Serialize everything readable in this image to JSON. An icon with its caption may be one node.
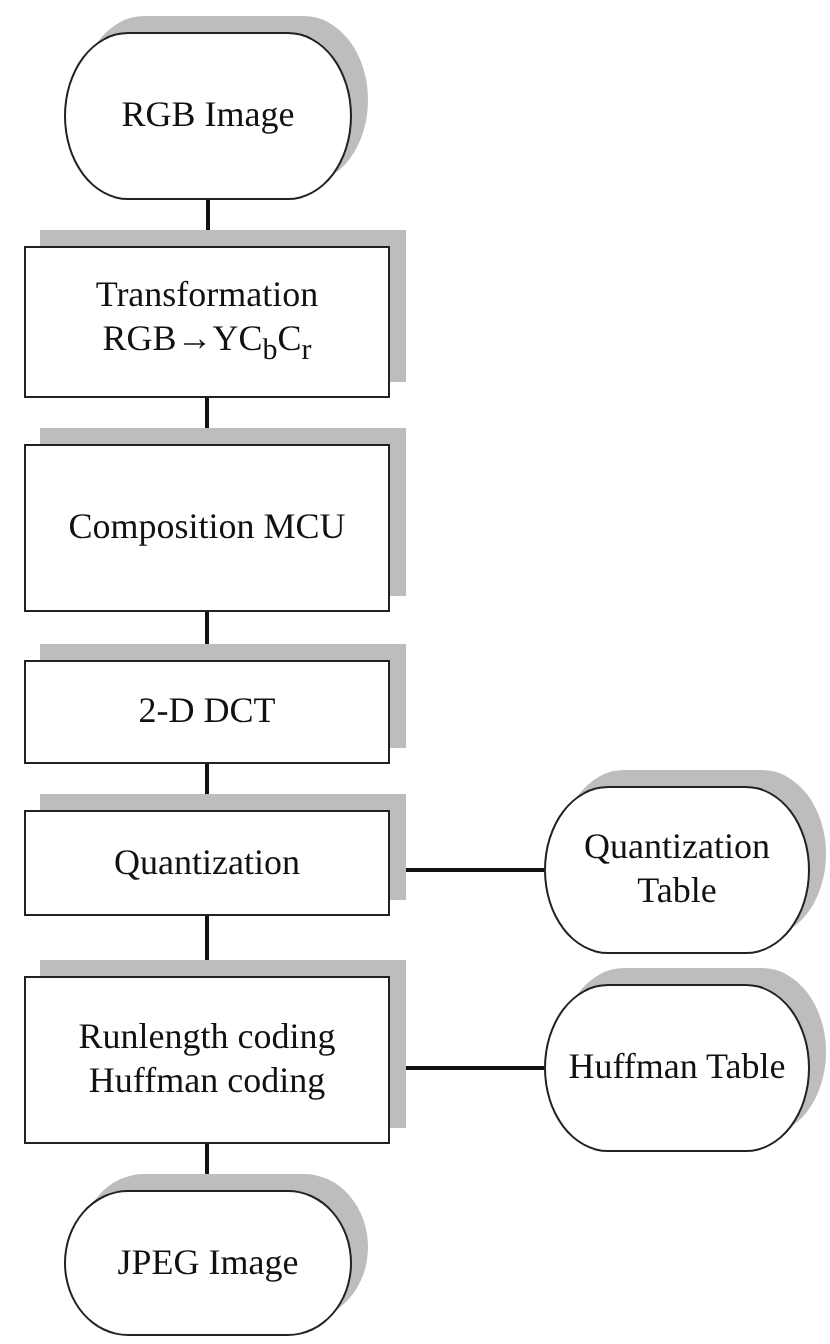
{
  "diagram": {
    "nodes": [
      {
        "text": [
          "RGB Image"
        ]
      },
      {
        "text": [
          "Transformation RGB→YC$_{b}$C$_{r}$"
        ]
      },
      {
        "text": [
          "Composition MCU"
        ]
      },
      {
        "text": [
          "2-D DCT"
        ]
      },
      {
        "text": [
          "Quantization"
        ]
      },
      {
        "text": [
          "Runlength coding Huffman coding"
        ]
      },
      {
        "text": [
          "JPEG Image"
        ]
      },
      {
        "text": [
          "Quantization Table"
        ]
      },
      {
        "text": [
          "Huffman Table"
        ]
      }
    ],
    "edges": [
      {
        "from": 0,
        "to": 1,
        "arrow": "none"
      },
      {
        "from": 1,
        "to": 2,
        "arrow": "none"
      },
      {
        "from": 2,
        "to": 3,
        "arrow": "none"
      },
      {
        "from": 3,
        "to": 4,
        "arrow": "none"
      },
      {
        "from": 4,
        "to": 5,
        "arrow": "none"
      },
      {
        "from": 5,
        "to": 6,
        "arrow": "none"
      },
      {
        "from": 4,
        "to": 7,
        "arrow": "none"
      },
      {
        "from": 5,
        "to": 8,
        "arrow": "none"
      }
    ]
  }
}
